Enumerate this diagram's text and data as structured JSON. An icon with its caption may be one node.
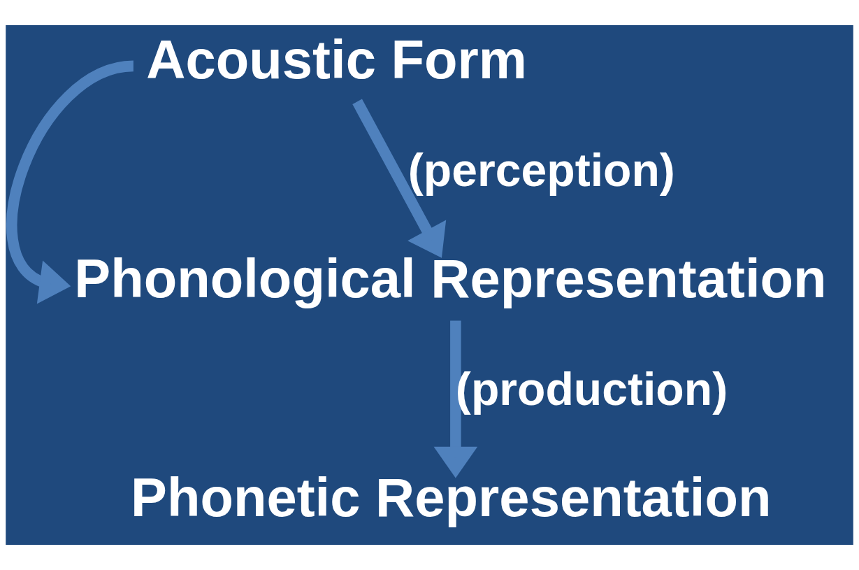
{
  "diagram": {
    "nodes": [
      {
        "text": [
          "Acoustic Form"
        ]
      },
      {
        "text": [
          "Phonological Representation"
        ]
      },
      {
        "text": [
          "Phonetic Representation"
        ]
      }
    ],
    "edges": [
      {
        "from": 0,
        "to": 1,
        "arrow": "to",
        "label": "(perception)"
      },
      {
        "from": 0,
        "to": 1,
        "arrow": "to"
      },
      {
        "from": 1,
        "to": 2,
        "arrow": "to",
        "label": "(production)"
      }
    ]
  }
}
